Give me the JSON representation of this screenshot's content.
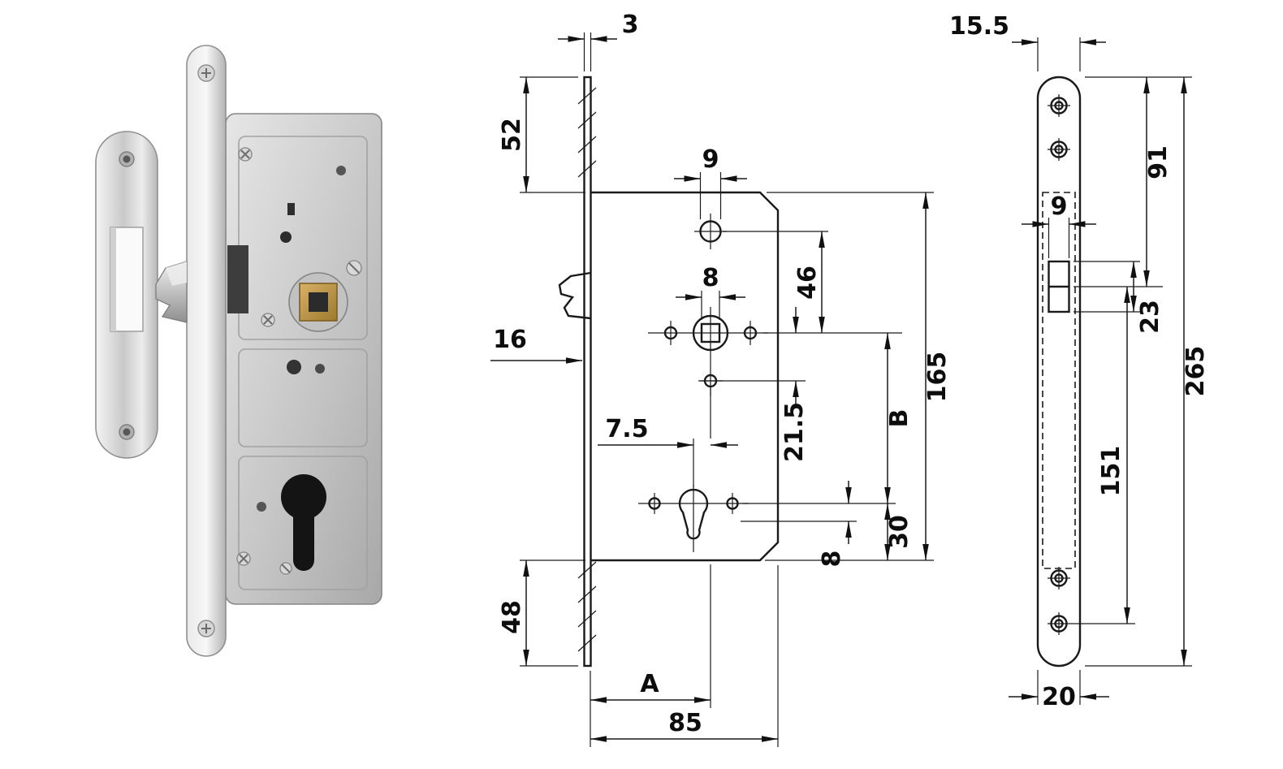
{
  "sheet": {
    "background": "#ffffff",
    "line_color": "#1a1a1a"
  },
  "front_view": {
    "labels": {
      "faceplate_thickness": "3",
      "faceplate_top_overhang": "52",
      "top_hole_diameter": "9",
      "spindle_square": "8",
      "hole_to_spindle": "46",
      "faceplate_depth": "16",
      "spindle_to_hole_below": "21.5",
      "case_height": "165",
      "spindle_to_cylinder": "B",
      "cylinder_offset": "7.5",
      "cylinder_to_case_bottom": "30",
      "cylinder_hole_offset": "8",
      "faceplate_bottom_overhang": "48",
      "backset": "A",
      "case_depth": "85"
    }
  },
  "faceplate_view": {
    "labels": {
      "top_width": "15.5",
      "top_to_latch": "91",
      "latch_cutout_width": "9",
      "latch_cutout_height": "23",
      "faceplate_length": "265",
      "latch_to_bottom_hole": "151",
      "faceplate_width": "20"
    }
  }
}
